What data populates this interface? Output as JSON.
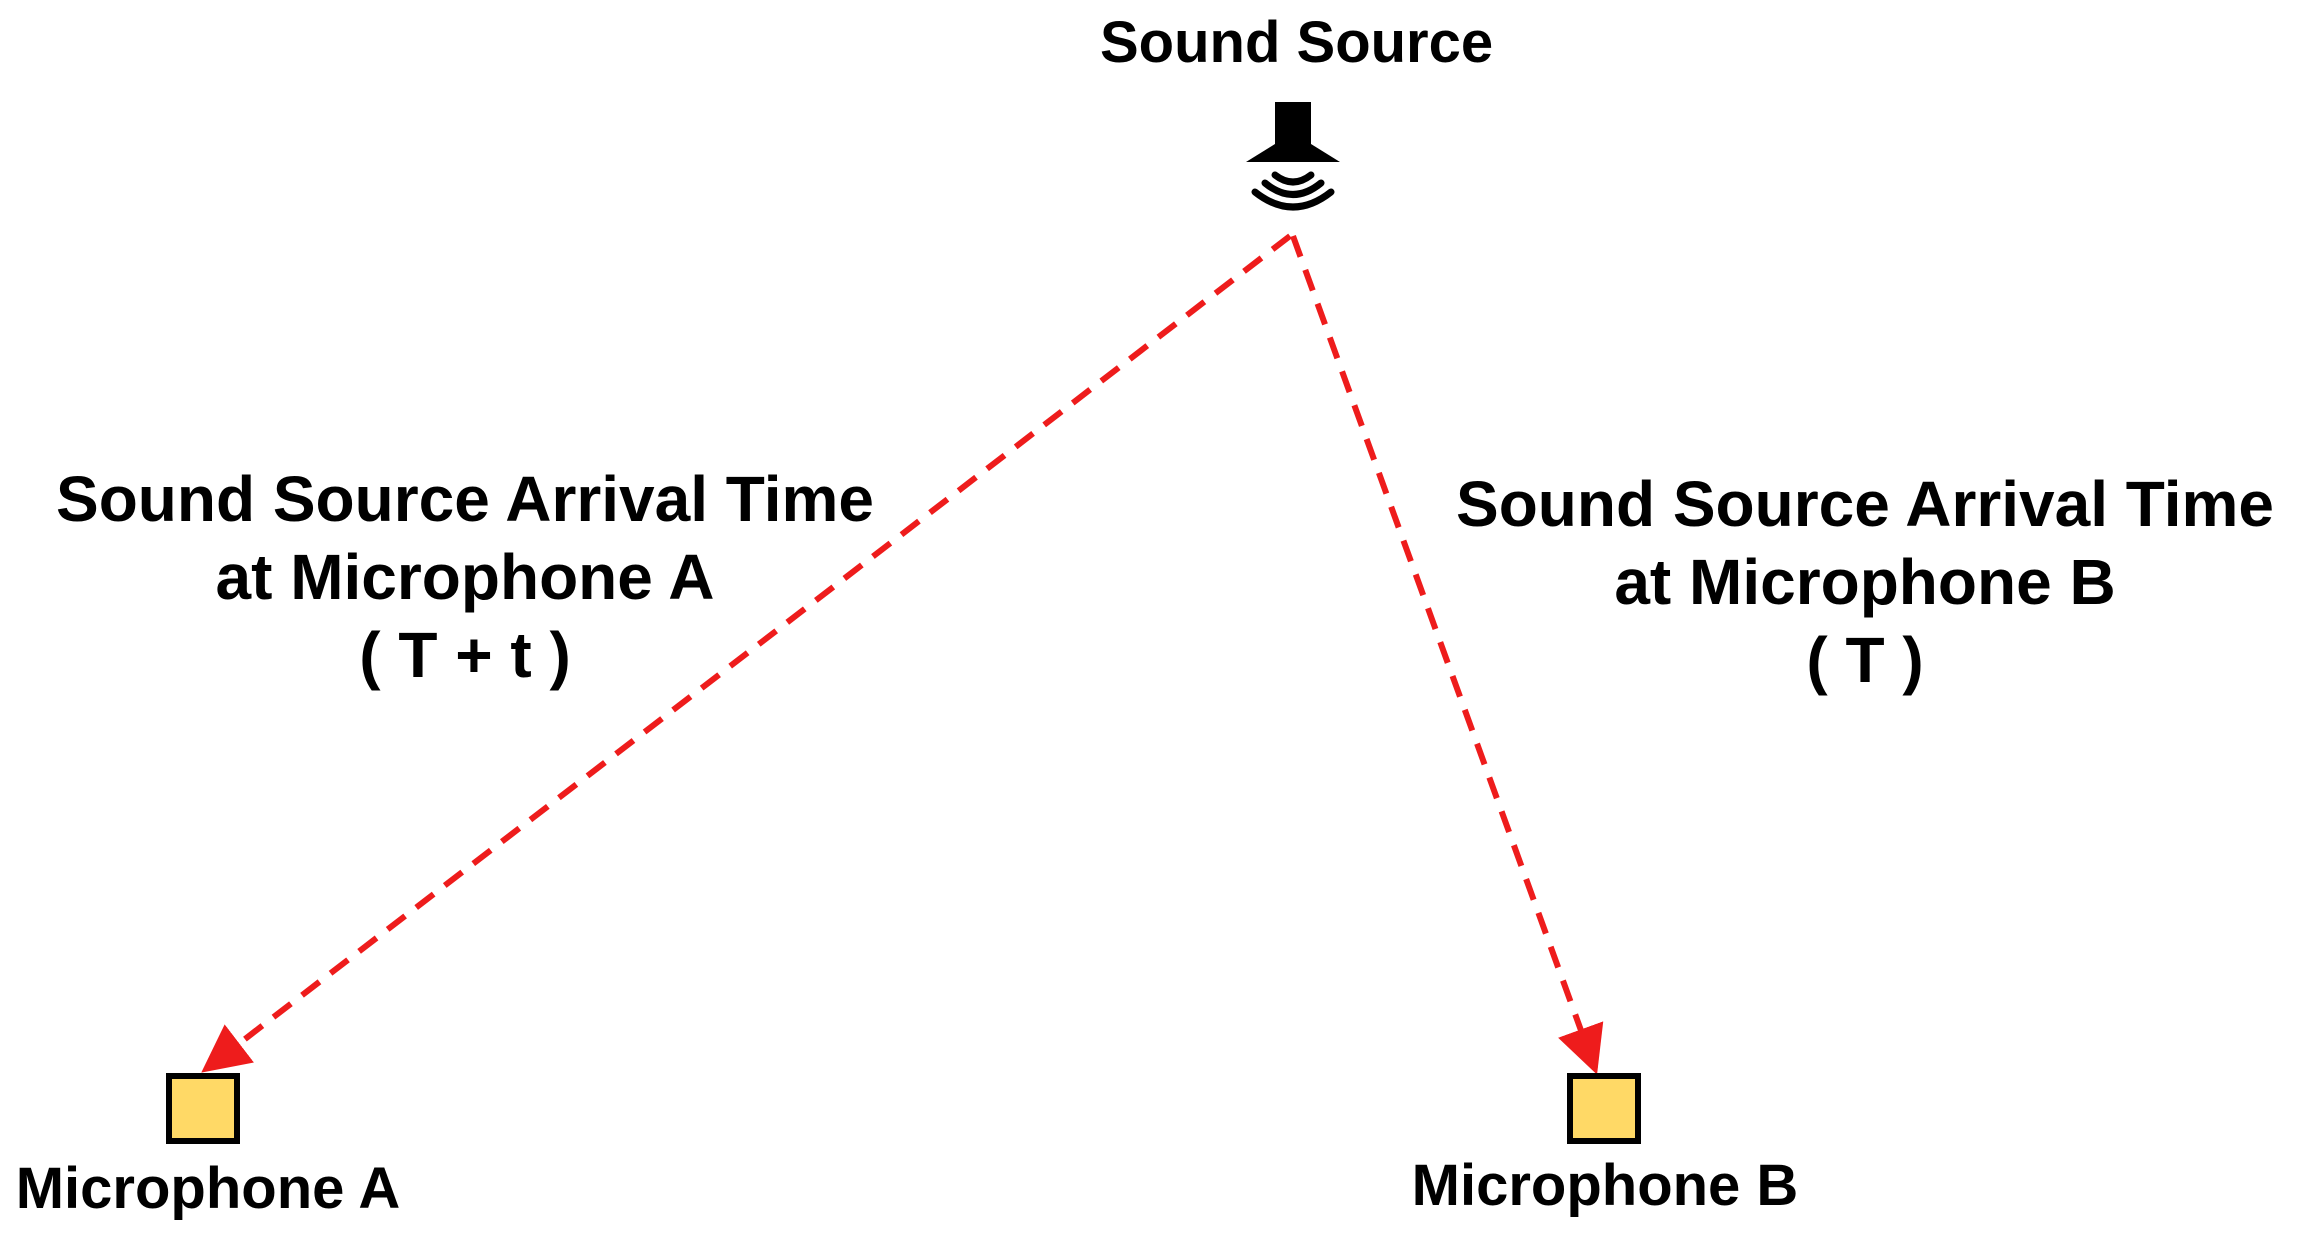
{
  "source": {
    "label": "Sound Source",
    "icon": "speaker-icon"
  },
  "microphone_a": {
    "label": "Microphone A",
    "arrival_line1": "Sound Source Arrival Time",
    "arrival_line2": "at Microphone A",
    "arrival_time": "( T + t )"
  },
  "microphone_b": {
    "label": "Microphone B",
    "arrival_line1": "Sound Source Arrival Time",
    "arrival_line2": "at Microphone B",
    "arrival_time": "( T )"
  },
  "colors": {
    "path": "#ee1c1c",
    "microphone_fill": "#ffd966",
    "microphone_border": "#000000",
    "text": "#000000"
  }
}
